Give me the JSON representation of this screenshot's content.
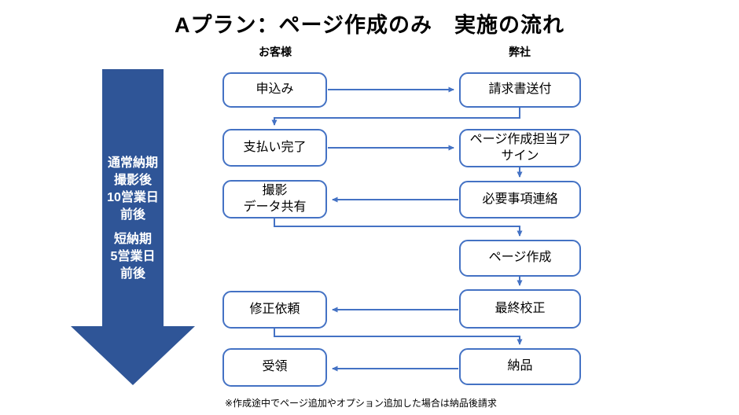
{
  "title": "Aプラン：ページ作成のみ　実施の流れ",
  "columns": {
    "customer": "お客様",
    "company": "弊社"
  },
  "timeline": {
    "group1": [
      "通常納期",
      "撮影後",
      "10営業日",
      "前後"
    ],
    "group2": [
      "短納期",
      "5営業日",
      "前後"
    ]
  },
  "steps": {
    "customer": [
      "申込み",
      "支払い完了",
      "撮影\nデータ共有",
      "修正依頼",
      "受領"
    ],
    "company": [
      "請求書送付",
      "ページ作成担当ア\nサイン",
      "必要事項連絡",
      "ページ作成",
      "最終校正",
      "納品"
    ]
  },
  "footnote": "※作成途中でページ追加やオプション追加した場合は納品後請求",
  "colors": {
    "timeline_arrow_fill": "#2F5597",
    "box_border": "#4472C4",
    "connector": "#4472C4",
    "box_fill": "#FFFFFF",
    "text": "#000000",
    "timeline_text": "#FFFFFF"
  }
}
